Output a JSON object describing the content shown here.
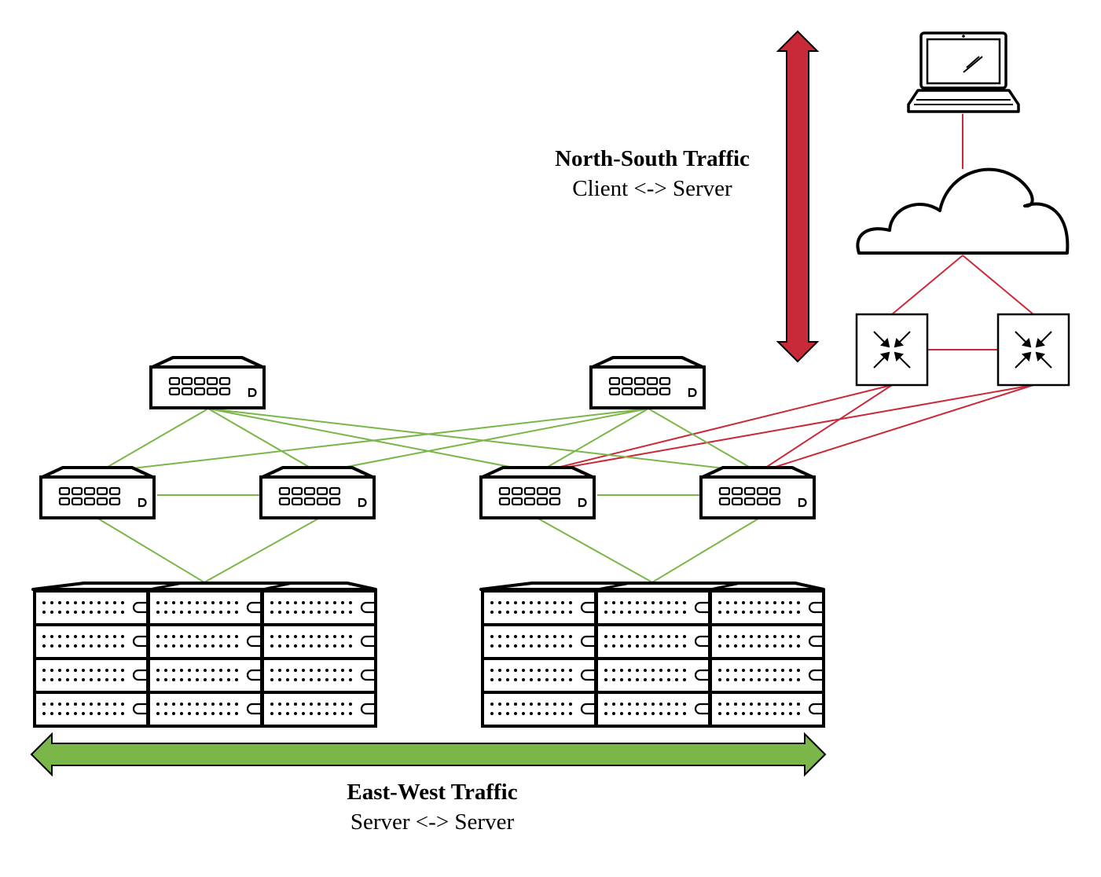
{
  "labels": {
    "north_south": {
      "title": "North-South Traffic",
      "subtitle": "Client <-> Server"
    },
    "east_west": {
      "title": "East-West Traffic",
      "subtitle": "Server <-> Server"
    }
  },
  "colors": {
    "north_south": "#c92a39",
    "east_west": "#7ab648",
    "outline": "#000000",
    "background": "#ffffff"
  },
  "nodes": {
    "client": "laptop-icon",
    "internet": "cloud-icon",
    "routers": [
      "router-icon",
      "router-icon"
    ],
    "spine_switches": [
      "switch-icon",
      "switch-icon"
    ],
    "leaf_switches": [
      "switch-icon",
      "switch-icon",
      "switch-icon",
      "switch-icon"
    ],
    "server_racks": [
      "server-rack-icon",
      "server-rack-icon"
    ]
  }
}
